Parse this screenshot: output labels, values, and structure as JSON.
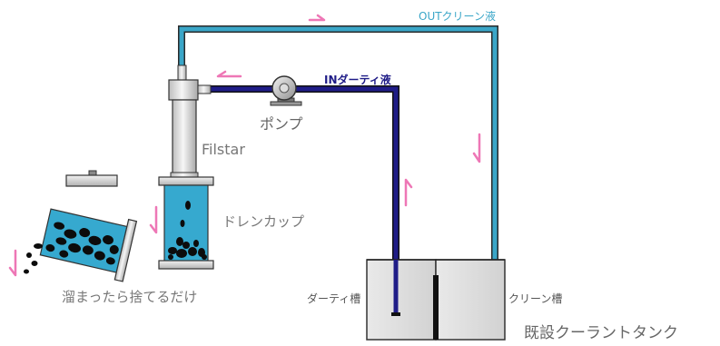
{
  "labels": {
    "out_clean": "OUTクリーン液",
    "in_dirty": "INダーティ液",
    "pump": "ポンプ",
    "filstar": "Filstar",
    "drain_cup": "ドレンカップ",
    "discard": "溜まったら捨てるだけ",
    "dirty_tank": "ダーティ槽",
    "clean_tank": "クリーン槽",
    "existing_tank": "既設クーラントタンク"
  },
  "colors": {
    "clean_pipe": "#3aa6c8",
    "dirty_pipe": "#1f1c87",
    "cup_liquid": "#36a9cf",
    "arrow": "#ee77b6",
    "out_text": "#3aa6c8",
    "in_text": "#1f1c87",
    "label_text": "#666666"
  }
}
